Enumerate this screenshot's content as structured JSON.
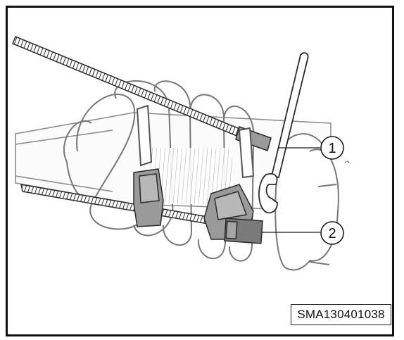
{
  "figure": {
    "reference_code": "SMA130401038",
    "callouts": [
      {
        "number": "1"
      },
      {
        "number": "2"
      }
    ],
    "colors": {
      "line": "#2a2a2a",
      "fill": "#ffffff",
      "shade": "#9a9a9a",
      "dark": "#555555"
    }
  }
}
